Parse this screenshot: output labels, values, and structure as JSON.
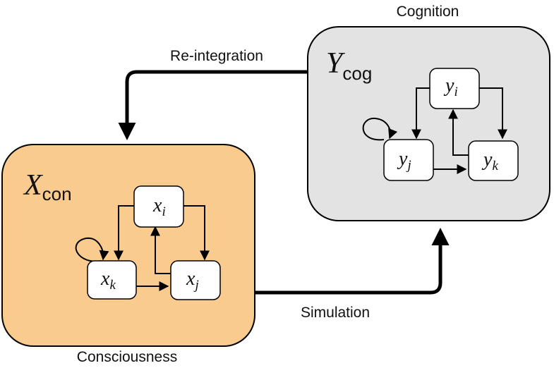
{
  "colors": {
    "consciousness_fill": "#F9CB8F",
    "cognition_fill": "#E3E3E3",
    "node_fill": "#FFFFFF",
    "stroke": "#000000"
  },
  "labels": {
    "cognition": "Cognition",
    "consciousness": "Consciousness",
    "reintegration": "Re-integration",
    "simulation": "Simulation"
  },
  "consciousness_box": {
    "symbol": "X",
    "subscript": "con",
    "nodes": {
      "i": {
        "var": "x",
        "sub": "i"
      },
      "k": {
        "var": "x",
        "sub": "k"
      },
      "j": {
        "var": "x",
        "sub": "j"
      }
    }
  },
  "cognition_box": {
    "symbol": "Y",
    "subscript": "cog",
    "nodes": {
      "i": {
        "var": "y",
        "sub": "i"
      },
      "j": {
        "var": "y",
        "sub": "j"
      },
      "k": {
        "var": "y",
        "sub": "k"
      }
    }
  }
}
